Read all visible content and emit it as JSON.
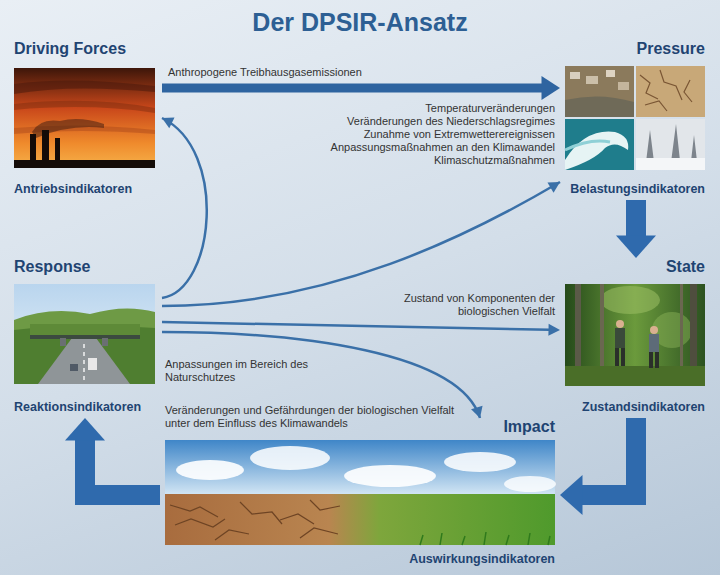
{
  "diagram": {
    "title": "Der DPSIR-Ansatz",
    "nodes": [
      {
        "text": [
          "Driving Forces",
          "Antriebsindikatoren"
        ]
      },
      {
        "text": [
          "Pressure",
          "Belastungsindikatoren"
        ]
      },
      {
        "text": [
          "Response",
          "Reaktionsindikatoren"
        ]
      },
      {
        "text": [
          "State",
          "Zustandsindikatoren"
        ]
      },
      {
        "text": [
          "Impact",
          "Auswirkungsindikatoren"
        ]
      }
    ],
    "edges": [
      {
        "from": 0,
        "to": 1,
        "arrow": "to",
        "label": "Anthropogene Treibhausgasemissionen"
      },
      {
        "from": 1,
        "to": 3,
        "arrow": "to"
      },
      {
        "from": 3,
        "to": 4,
        "arrow": "to"
      },
      {
        "from": 4,
        "to": 2,
        "arrow": "to"
      },
      {
        "from": 2,
        "to": 0,
        "arrow": "to"
      },
      {
        "from": 2,
        "to": 1,
        "arrow": "to"
      },
      {
        "from": 2,
        "to": 3,
        "arrow": "to"
      },
      {
        "from": 2,
        "to": 4,
        "arrow": "to"
      }
    ],
    "labels": [
      "Temperaturveränderungen",
      "Veränderungen des Niederschlagsregimes",
      "Zunahme von Extremwetterereignissen",
      "Anpassungsmaßnahmen an den Klimawandel",
      "Klimaschutzmaßnahmen",
      "Zustand von Komponenten der biologischen Vielfalt",
      "Anpassungen im Bereich des Naturschutzes",
      "Veränderungen und Gefährdungen der biologischen Vielfalt unter dem Einfluss des Klimawandels"
    ]
  }
}
